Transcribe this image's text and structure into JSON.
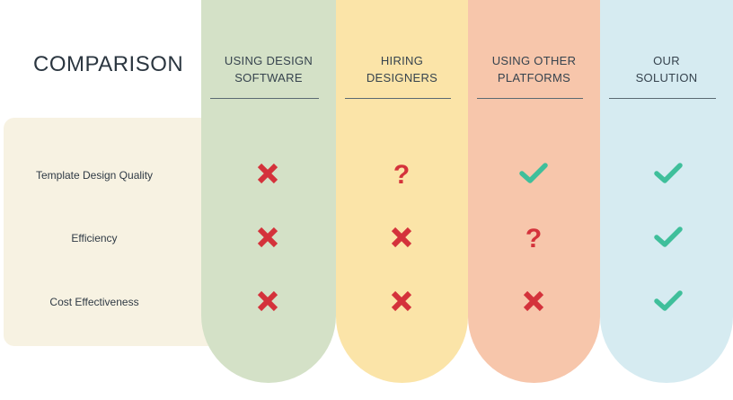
{
  "title": "COMPARISON",
  "criteria": [
    "Template Design Quality",
    "Efficiency",
    "Cost Effectiveness"
  ],
  "columns": [
    {
      "header": "USING DESIGN\nSOFTWARE",
      "color": "#d4e1c7",
      "marks": [
        "cross-icon",
        "cross-icon",
        "cross-icon"
      ]
    },
    {
      "header": "HIRING\nDESIGNERS",
      "color": "#fbe4a8",
      "marks": [
        "question-icon",
        "cross-icon",
        "cross-icon"
      ]
    },
    {
      "header": "USING OTHER\nPLATFORMS",
      "color": "#f7c6ab",
      "marks": [
        "check-icon",
        "question-icon",
        "cross-icon"
      ]
    },
    {
      "header": "OUR\nSOLUTION",
      "color": "#d6ebf1",
      "marks": [
        "check-icon",
        "check-icon",
        "check-icon"
      ]
    }
  ],
  "mark_colors": {
    "cross": "#d4323b",
    "question": "#d4323b",
    "check": "#3fbf9b"
  }
}
